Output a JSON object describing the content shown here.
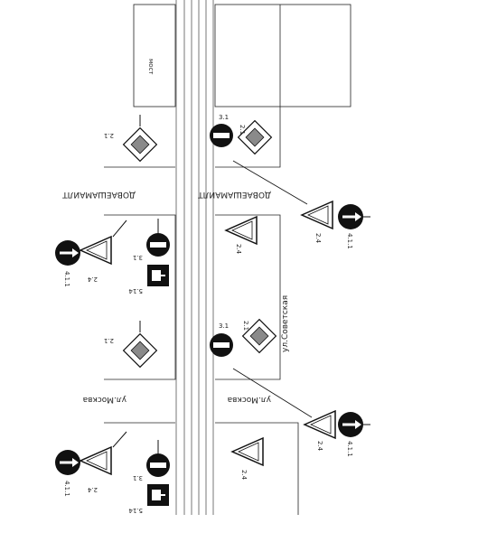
{
  "colors": {
    "ink": "#111111",
    "sign_fill": "#8a8a8a",
    "bg": "#ffffff"
  },
  "labels": {
    "bridge": "мост",
    "street_top_left": "ДОВАЕШАМАИЛТ",
    "street_top_right": "ДОВАЕШАМАИЛТ",
    "street_mid_left": "ул.Москва",
    "street_mid_right": "ул.Москва",
    "street_sovetskaya": "ул.Советская"
  },
  "signs": {
    "main_road": "2.1",
    "no_entry": "3.1",
    "give_way": "2.4",
    "straight": "4.1.1",
    "lane_direction": "5.14"
  }
}
